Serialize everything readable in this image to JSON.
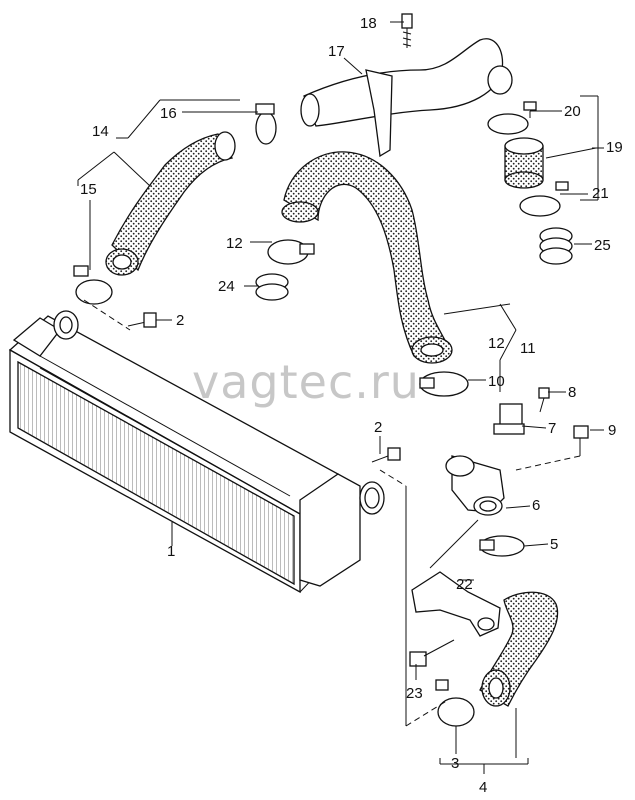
{
  "watermark": "vagtec.ru",
  "labels": {
    "l1": "1",
    "l2a": "2",
    "l2b": "2",
    "l3": "3",
    "l4": "4",
    "l5": "5",
    "l6": "6",
    "l7": "7",
    "l8": "8",
    "l9": "9",
    "l10": "10",
    "l11": "11",
    "l12a": "12",
    "l12b": "12",
    "l14": "14",
    "l15": "15",
    "l16": "16",
    "l17": "17",
    "l18": "18",
    "l19": "19",
    "l20": "20",
    "l21": "21",
    "l22": "22",
    "l23": "23",
    "l24": "24",
    "l25": "25"
  }
}
